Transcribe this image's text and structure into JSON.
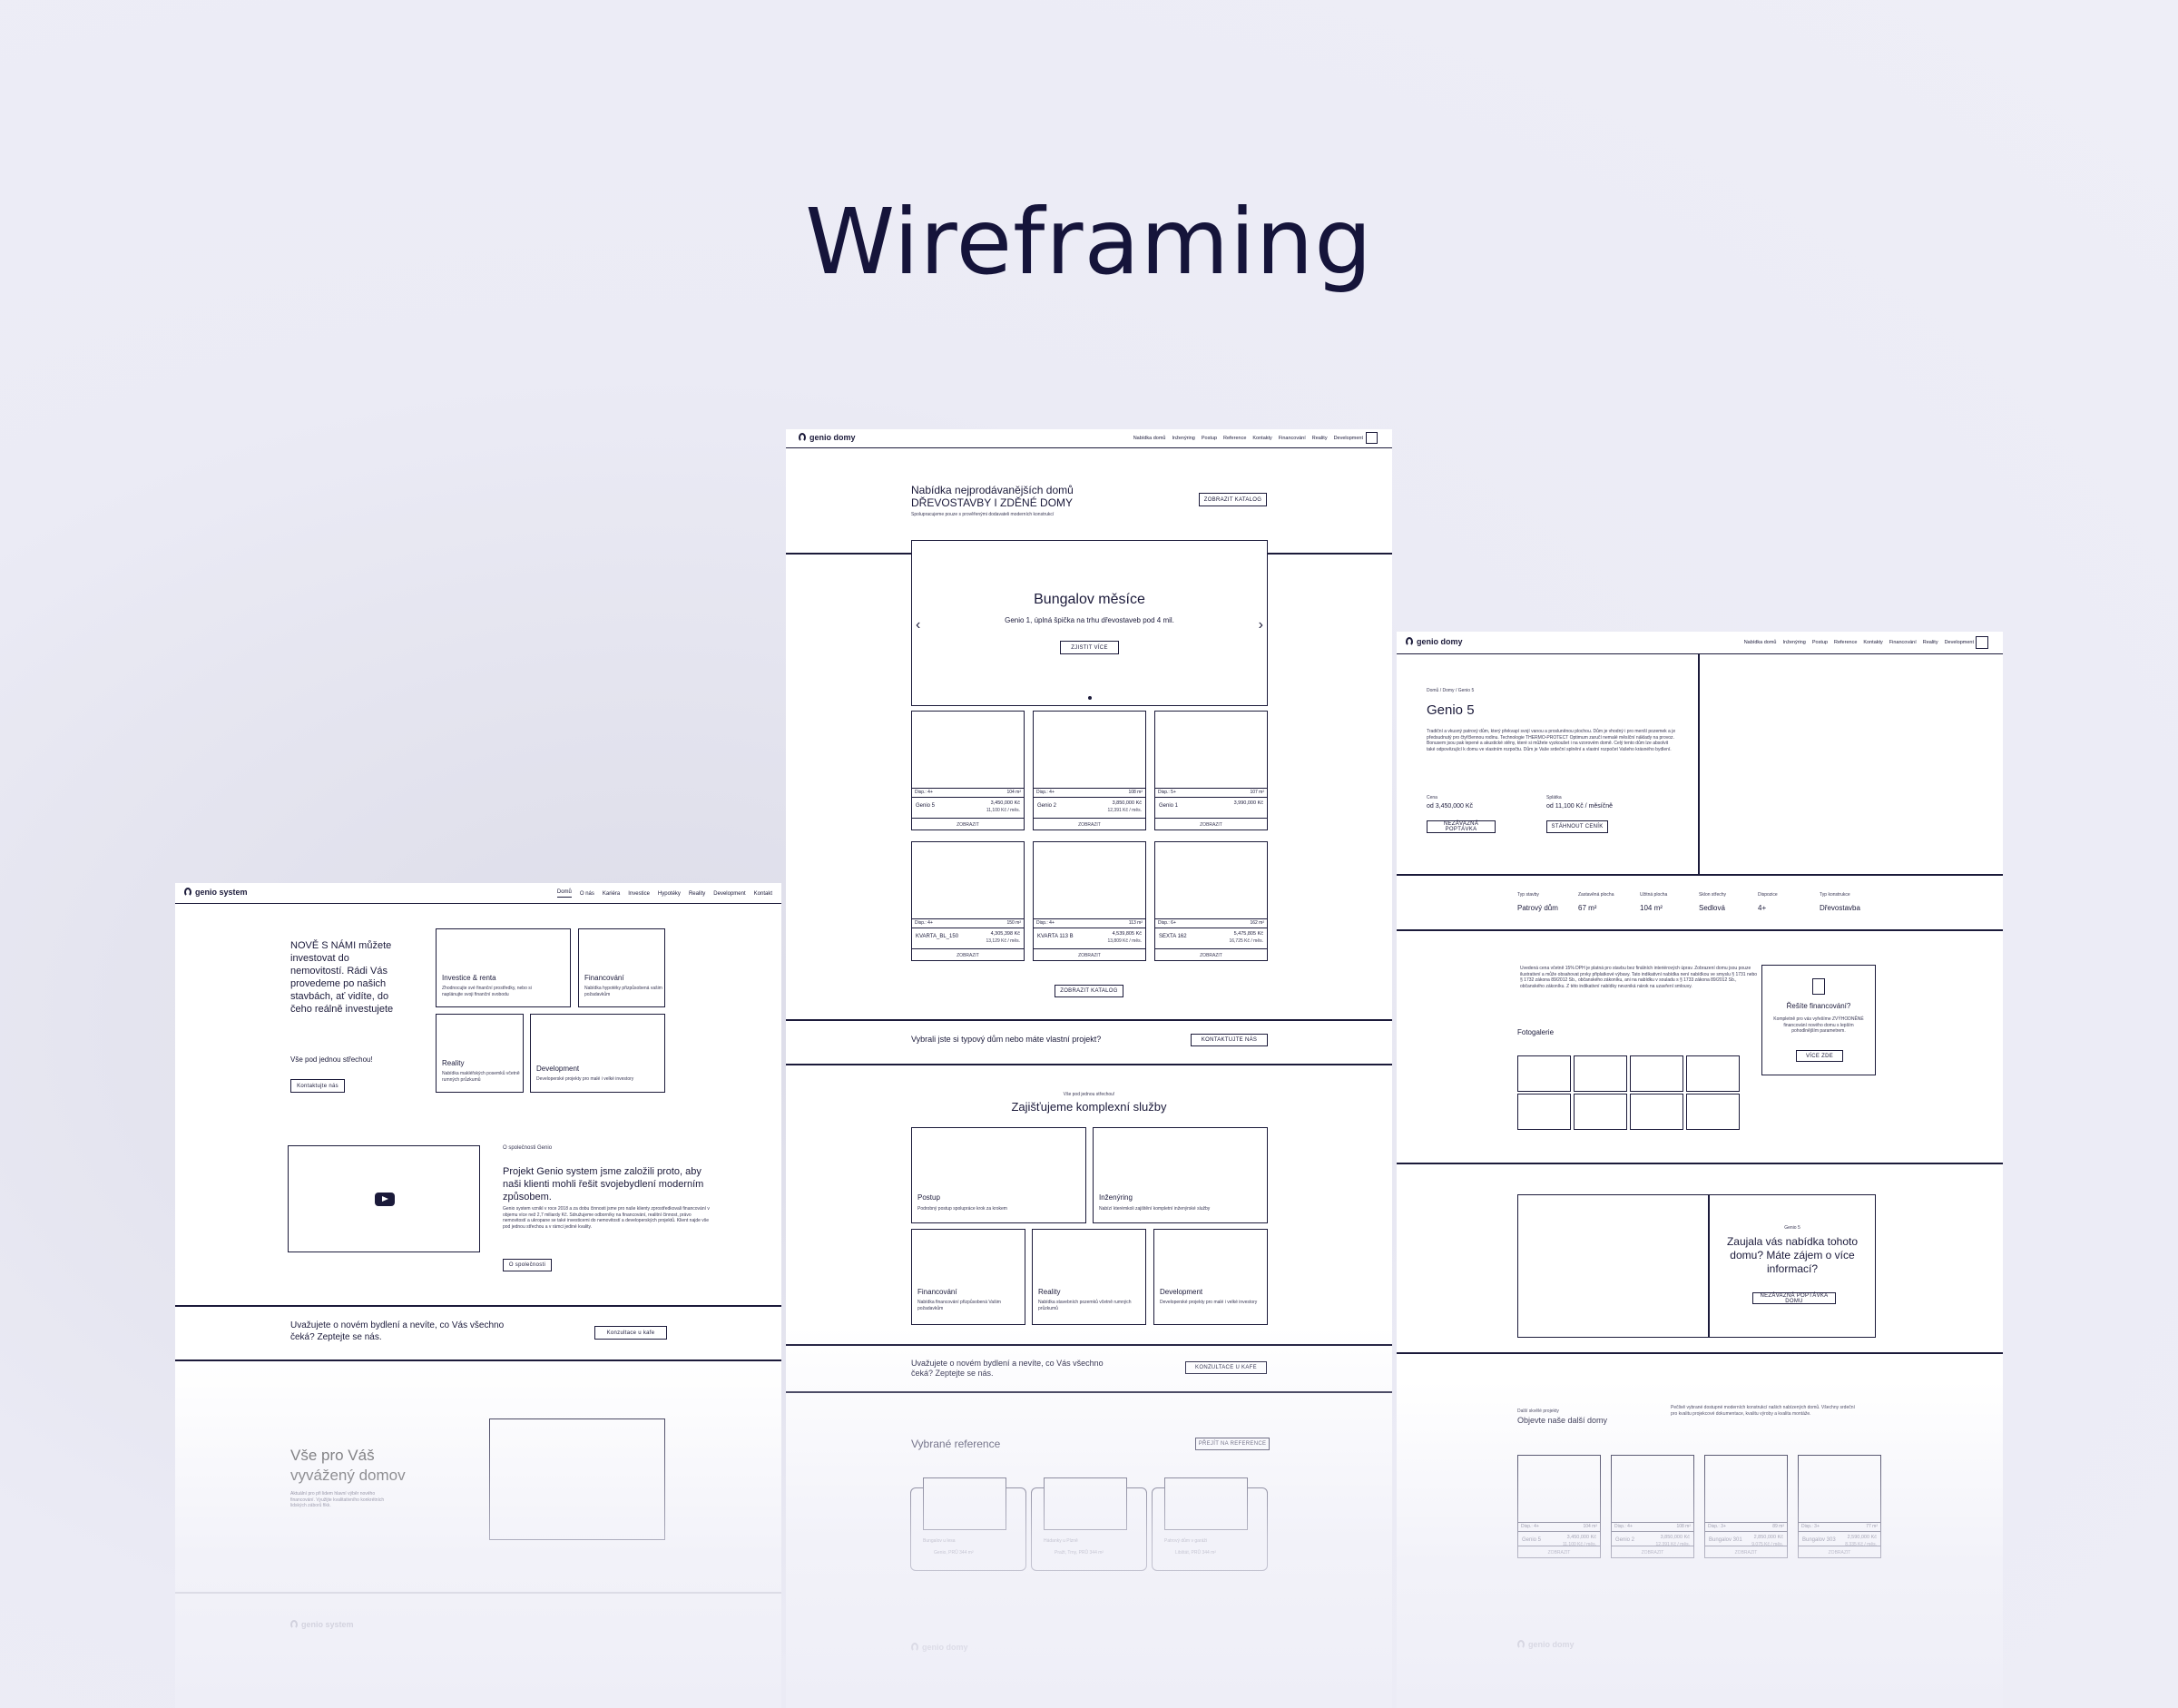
{
  "title": "Wireframing",
  "left": {
    "logo": "genio system",
    "nav": [
      "Domů",
      "O nás",
      "Kariéra",
      "Investice",
      "Hypotéky",
      "Reality",
      "Development",
      "Kontakt"
    ],
    "hero_heading": "NOVĚ S NÁMI můžete investovat do nemovitostí. Rádi Vás provedeme po našich stavbách, ať vidíte, do čeho reálně investujete",
    "hero_sub": "Vše pod jednou střechou!",
    "hero_btn": "Kontaktujte nás",
    "tiles": [
      {
        "title": "Investice & renta",
        "desc": "Zhodnocujte své finanční prostředky, nebo si naplánujte svoji finanční svobodu"
      },
      {
        "title": "Financování",
        "desc": "Nabídka hypotéky přizpůsobená vašim požadavkům"
      },
      {
        "title": "Reality",
        "desc": "Nabídka makléřských posemků včetně rumných průzkumů"
      },
      {
        "title": "Development",
        "desc": "Developerské projekty pro malé i velké investory"
      }
    ],
    "about_label": "O společnosti Genio",
    "about_heading": "Projekt Genio system jsme založili proto, aby naši klienti mohli řešit svojebydlení moderním způsobem.",
    "about_text": "Genio system vznikl v roce 2018 a za dobu činnosti jsme pro naše klienty zprostředkovali financování v objemu více než 2,7 miliardy Kč. Sdružujeme odborníky na financování, realitní činnost, právo nemovitostí a ukropane se také investicemi do nemovitostí a developerských projektů. Klient najde vše pod jednou střechou a v rámci jediné kvality.",
    "about_btn": "O společnosti",
    "cta_text": "Uvažujete o novém bydlení a nevíte, co Vás všechno čeká? Zeptejte se nás.",
    "cta_btn": "Konzultace u kafe",
    "bottom_heading": "Vše pro Váš vyvážený domov",
    "bottom_text": "Aktuální pro při lidem hlavní výběr nového financování. Využijte kvalitativního konkrétních lidských záborů fikk.",
    "footer_logo": "genio system"
  },
  "center": {
    "logo": "genio domy",
    "nav": [
      "Nabídka domů",
      "Inženýring",
      "Postup",
      "Reference",
      "Kontakty",
      "Financování",
      "Reality",
      "Development"
    ],
    "heading1": "Nabídka nejprodávanějších domů",
    "heading2": "DŘEVOSTAVBY I ZDĚNÉ DOMY",
    "heading_sub": "Spolupracujeme pouze s prověřenými dodavateli moderních konstrukcí",
    "catalog_btn": "ZOBRAZIT KATALOG",
    "slider_title": "Bungalov měsíce",
    "slider_sub": "Genio 1, úplná špička na trhu dřevostaveb pod 4 mil.",
    "slider_btn": "ZJISTIT VÍCE",
    "cards": [
      {
        "disp": "Disp.: 4+",
        "area": "104 m²",
        "name": "Genio 5",
        "price": "3,450,000 Kč",
        "month": "11,100 Kč / měs.",
        "btn": "ZOBRAZIT"
      },
      {
        "disp": "Disp.: 4+",
        "area": "108 m²",
        "name": "Genio 2",
        "price": "3,850,000 Kč",
        "month": "12,391 Kč / měs.",
        "btn": "ZOBRAZIT"
      },
      {
        "disp": "Disp.: 5+",
        "area": "107 m²",
        "name": "Genio 1",
        "price": "3,990,000 Kč",
        "month": "",
        "btn": "ZOBRAZIT"
      },
      {
        "disp": "Disp.: 4+",
        "area": "150 m²",
        "name": "KVARTA_BL_150",
        "price": "4,305,398 Kč",
        "month": "13,129 Kč / měs.",
        "btn": "ZOBRAZIT"
      },
      {
        "disp": "Disp.: 4+",
        "area": "113 m²",
        "name": "KVARTA 113 B",
        "price": "4,539,805 Kč",
        "month": "13,809 Kč / měs.",
        "btn": "ZOBRAZIT"
      },
      {
        "disp": "Disp.: 6+",
        "area": "162 m²",
        "name": "SEXTA 162",
        "price": "5,475,805 Kč",
        "month": "16,725 Kč / měs.",
        "btn": "ZOBRAZIT"
      }
    ],
    "catalog_btn2": "ZOBRAZIT KATALOG",
    "choose_text": "Vybrali jste si typový dům nebo máte vlastní projekt?",
    "choose_btn": "KONTAKTUJTE NÁS",
    "services_small": "Vše pod jednou střechou!",
    "services_heading": "Zajišťujeme komplexní služby",
    "services": [
      {
        "title": "Postup",
        "desc": "Podrobný postup spolupráce krok za krokem"
      },
      {
        "title": "Inženýring",
        "desc": "Nabízí kterémkoli zajištění kompletní inženýrské služby"
      },
      {
        "title": "Financování",
        "desc": "Nabídka financování přizpůsobená Vašim požadavkům"
      },
      {
        "title": "Reality",
        "desc": "Nabídka stavebních pozemků včetně rumných průzkumů"
      },
      {
        "title": "Development",
        "desc": "Developerské projekty pro malé i velké investory"
      }
    ],
    "cta_text": "Uvažujete o novém bydlení a nevíte, co Vás všechno čeká? Zeptejte se nás.",
    "cta_btn": "KONZULTACE U KAFE",
    "refs_heading": "Vybrané reference",
    "refs_btn": "PŘEJÍT NA REFERENCE",
    "refs": [
      {
        "name": "Bungalov u lesa",
        "sub": "Genio, PRŮ 344 m²"
      },
      {
        "name": "Hádanky u Plzně",
        "sub": "Pražt, Trny, PRŮ 344 m²"
      },
      {
        "name": "Patrový dům v garáži",
        "sub": "Libštát, PRŮ 344 m²"
      }
    ],
    "footer_logo": "genio domy"
  },
  "right": {
    "logo": "genio domy",
    "nav": [
      "Nabídka domů",
      "Inženýring",
      "Postup",
      "Reference",
      "Kontakty",
      "Financování",
      "Reality",
      "Development"
    ],
    "breadcrumb": "Domů / Domy / Genio 5",
    "title": "Genio 5",
    "desc": "Tradiční a vkusný patrový dům, který překvapí svojí vanou a prosluněnou plochou. Dům je vhodný i pro menší pozemek a je předsudnutý pro čtyřčlennou rodinu. Technologie THERMO-PROTECT Optimum zaručí nemalé měsíční náklady na provoz. Bonusem jsou pak lepené a akustické stěny, které si můžete vyzkoušet i na vzorovém domě. Celý tento dům lze absolvit také odpovězující k domu ve vlastním rozpočtu. Dům je Vaše srdeční splnění a vlastní rozpočet Vašeho krásného bydlení.",
    "price_label": "Cena",
    "price": "od 3,450,000 Kč",
    "monthly_label": "Splátka",
    "monthly": "od 11,100 Kč / měsíčně",
    "btn_left": "NEZÁVAZNÁ POPTÁVKA",
    "btn_right": "STÁHNOUT CENÍK",
    "params": [
      {
        "label": "Typ stavby",
        "value": "Patrový dům"
      },
      {
        "label": "Zastavěná plocha",
        "value": "67 m²"
      },
      {
        "label": "Užitná plocha",
        "value": "104 m²"
      },
      {
        "label": "Sklon střechy",
        "value": "Sedlová"
      },
      {
        "label": "Dispozice",
        "value": "4+"
      },
      {
        "label": "Typ konstrukce",
        "value": "Dřevostavba"
      }
    ],
    "price_note": "Uvedená cena včetně 15% DPH je platná pro stavbu bez finálních interiérových úprav. Zobrazení domu jsou pouze ilustrativní a může obsahovat prvky připlatkové výbavy. Tato indikativní nabídka není nabídkou ve smyslu § 1731 nebo § 1732 zákona 89/2012 Sb., občanského zákoníku, ani na nabídku v souladu s § 1733 zákona 89/2012 Sb., občanského zákoníku. Z této indikativní nabídky nevzniká nárok na uzavření smlouvy.",
    "gallery_label": "Fotogalerie",
    "fin_title": "Řešíte financování?",
    "fin_text": "Kompletně pro vás vyřešíme ZVÝHODNĚNÉ financování nového domu s lepším pohodlnějším parametrem.",
    "fin_btn": "VÍCE ZDE",
    "contact_small": "Genio 5",
    "contact_heading": "Zaujala vás nabídka tohoto domu? Máte zájem o více informací?",
    "contact_btn": "NEZÁVAZNÁ POPTÁVKA DOMU",
    "more_small": "Další skvělé projekty",
    "more_heading": "Objevte naše další domy",
    "more_text": "Pečlivě vybrané dostupné moderních konstrukcí našich nabízených domů. Všechny srdeční pro kvalitu projekcové dokumentace, kvalitu výroby a kvalita montáže.",
    "more_cards": [
      {
        "disp": "Disp.: 4+",
        "area": "104 m²",
        "name": "Genio 5",
        "price": "3,450,000 Kč",
        "month": "11,100 Kč / měs.",
        "btn": "ZOBRAZIT"
      },
      {
        "disp": "Disp.: 4+",
        "area": "108 m²",
        "name": "Genio 2",
        "price": "3,850,000 Kč",
        "month": "12,391 Kč / měs.",
        "btn": "ZOBRAZIT"
      },
      {
        "disp": "Disp.: 3+",
        "area": "89 m²",
        "name": "Bungalov 301",
        "price": "2,850,000 Kč",
        "month": "9,075 Kč / měs.",
        "btn": "ZOBRAZIT"
      },
      {
        "disp": "Disp.: 3+",
        "area": "77 m²",
        "name": "Bungalov 303",
        "price": "2,590,000 Kč",
        "month": "8,335 Kč / měs.",
        "btn": "ZOBRAZIT"
      }
    ],
    "footer_logo": "genio domy"
  }
}
